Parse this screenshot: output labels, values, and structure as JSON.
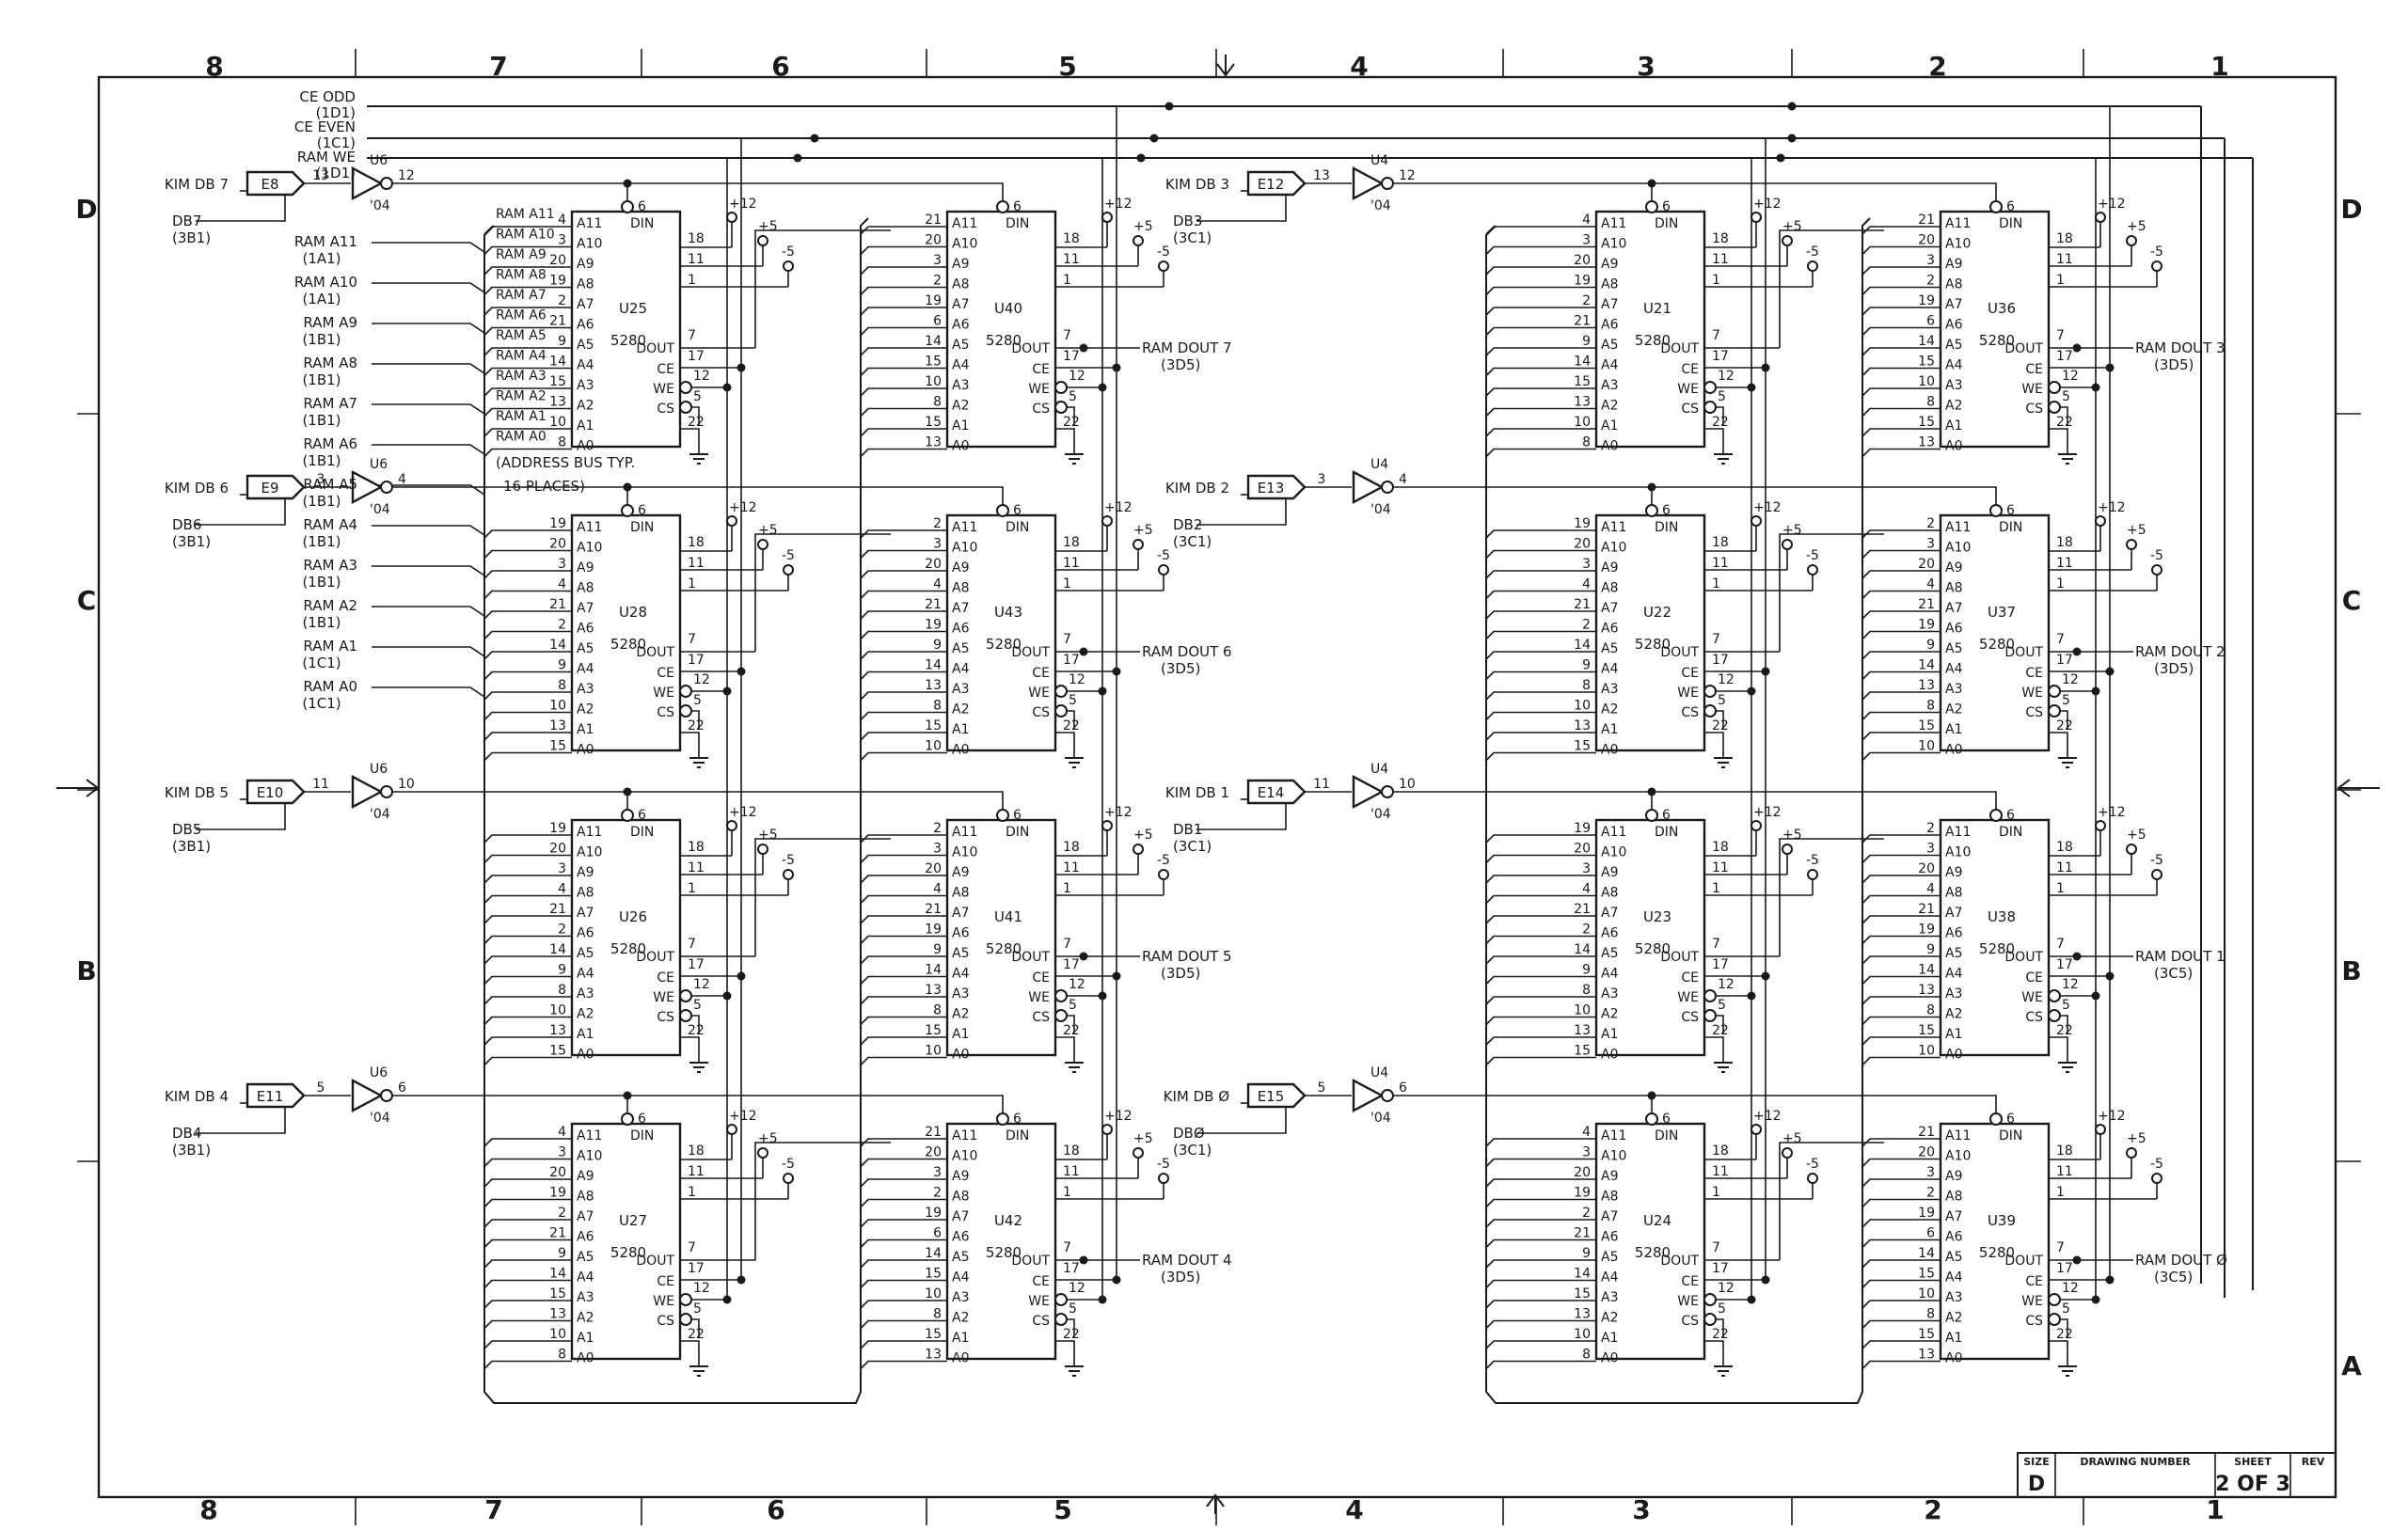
{
  "zones": {
    "columns": [
      "8",
      "7",
      "6",
      "5",
      "4",
      "3",
      "2",
      "1"
    ],
    "rows": [
      "D",
      "C",
      "B",
      "A"
    ]
  },
  "top_signals": [
    {
      "text": "CE ODD"
    },
    {
      "text": "(1D1)"
    },
    {
      "text": "CE EVEN"
    },
    {
      "text": "(1C1)"
    },
    {
      "text": "RAM WE"
    },
    {
      "text": "(1D1)"
    }
  ],
  "address_labels": [
    {
      "name": "RAM A11",
      "ref": "(1A1)"
    },
    {
      "name": "RAM A10",
      "ref": "(1A1)"
    },
    {
      "name": "RAM A9",
      "ref": "(1B1)"
    },
    {
      "name": "RAM A8",
      "ref": "(1B1)"
    },
    {
      "name": "RAM A7",
      "ref": "(1B1)"
    },
    {
      "name": "RAM A6",
      "ref": "(1B1)"
    },
    {
      "name": "RAM A5",
      "ref": "(1B1)"
    },
    {
      "name": "RAM A4",
      "ref": "(1B1)"
    },
    {
      "name": "RAM A3",
      "ref": "(1B1)"
    },
    {
      "name": "RAM A2",
      "ref": "(1B1)"
    },
    {
      "name": "RAM A1",
      "ref": "(1C1)"
    },
    {
      "name": "RAM A0",
      "ref": "(1C1)"
    }
  ],
  "bus_labels": [
    "RAM A11",
    "RAM A10",
    "RAM A9",
    "RAM A8",
    "RAM A7",
    "RAM A6",
    "RAM A5",
    "RAM A4",
    "RAM A3",
    "RAM A2",
    "RAM A1",
    "RAM A0"
  ],
  "bus_note": [
    "(ADDRESS BUS TYP.",
    "16 PLACES)"
  ],
  "chip_pin_names_left": [
    "A11",
    "A10",
    "A9",
    "A8",
    "A7",
    "A6",
    "A5",
    "A4",
    "A3",
    "A2",
    "A1",
    "A0"
  ],
  "chip_pin_names_right": [
    "DOUT",
    "CE",
    "WE",
    "CS"
  ],
  "chip_top": "DIN",
  "chip_type": "5280",
  "power": {
    "p12": "+12",
    "p5": "+5",
    "m5": "-5",
    "pin18": "18",
    "pin11": "11",
    "pin1": "1",
    "pin6": "6",
    "pin7": "7",
    "pin17": "17",
    "pin12": "12",
    "pin5": "5",
    "pin22": "22"
  },
  "groups": [
    {
      "side": "left",
      "inputs": [
        {
          "kim": "KIM DB 7",
          "edge": "E8",
          "db": "DB7",
          "ref": "(3B1)",
          "gate": "U6",
          "gate_type": "'04",
          "pin_in": "13",
          "pin_out": "12"
        },
        {
          "kim": "KIM DB 6",
          "edge": "E9",
          "db": "DB6",
          "ref": "(3B1)",
          "gate": "U6",
          "gate_type": "'04",
          "pin_in": "3",
          "pin_out": "4"
        },
        {
          "kim": "KIM DB 5",
          "edge": "E10",
          "db": "DB5",
          "ref": "(3B1)",
          "gate": "U6",
          "gate_type": "'04",
          "pin_in": "11",
          "pin_out": "10"
        },
        {
          "kim": "KIM DB 4",
          "edge": "E11",
          "db": "DB4",
          "ref": "(3B1)",
          "gate": "U6",
          "gate_type": "'04",
          "pin_in": "5",
          "pin_out": "6"
        }
      ],
      "outputs": [
        {
          "text": "RAM DOUT 7",
          "ref": "(3D5)"
        },
        {
          "text": "RAM DOUT 6",
          "ref": "(3D5)"
        },
        {
          "text": "RAM DOUT 5",
          "ref": "(3D5)"
        },
        {
          "text": "RAM DOUT 4",
          "ref": "(3D5)"
        }
      ],
      "chips_a": [
        "U25",
        "U28",
        "U26",
        "U27"
      ],
      "chips_b": [
        "U40",
        "U43",
        "U41",
        "U42"
      ]
    },
    {
      "side": "right",
      "inputs": [
        {
          "kim": "KIM DB 3",
          "edge": "E12",
          "db": "DB3",
          "ref": "(3C1)",
          "gate": "U4",
          "gate_type": "'04",
          "pin_in": "13",
          "pin_out": "12"
        },
        {
          "kim": "KIM DB 2",
          "edge": "E13",
          "db": "DB2",
          "ref": "(3C1)",
          "gate": "U4",
          "gate_type": "'04",
          "pin_in": "3",
          "pin_out": "4"
        },
        {
          "kim": "KIM DB 1",
          "edge": "E14",
          "db": "DB1",
          "ref": "(3C1)",
          "gate": "U4",
          "gate_type": "'04",
          "pin_in": "11",
          "pin_out": "10"
        },
        {
          "kim": "KIM DB Ø",
          "edge": "E15",
          "db": "DBØ",
          "ref": "(3C1)",
          "gate": "U4",
          "gate_type": "'04",
          "pin_in": "5",
          "pin_out": "6"
        }
      ],
      "outputs": [
        {
          "text": "RAM DOUT 3",
          "ref": "(3D5)"
        },
        {
          "text": "RAM DOUT 2",
          "ref": "(3D5)"
        },
        {
          "text": "RAM DOUT 1",
          "ref": "(3C5)"
        },
        {
          "text": "RAM DOUT Ø",
          "ref": "(3C5)"
        }
      ],
      "chips_a": [
        "U21",
        "U22",
        "U23",
        "U24"
      ],
      "chips_b": [
        "U36",
        "U37",
        "U38",
        "U39"
      ]
    }
  ],
  "title_block": {
    "size_label": "SIZE",
    "size": "D",
    "drawing_label": "DRAWING NUMBER",
    "sheet_label": "SHEET",
    "sheet": "2 OF 3",
    "rev_label": "REV"
  }
}
